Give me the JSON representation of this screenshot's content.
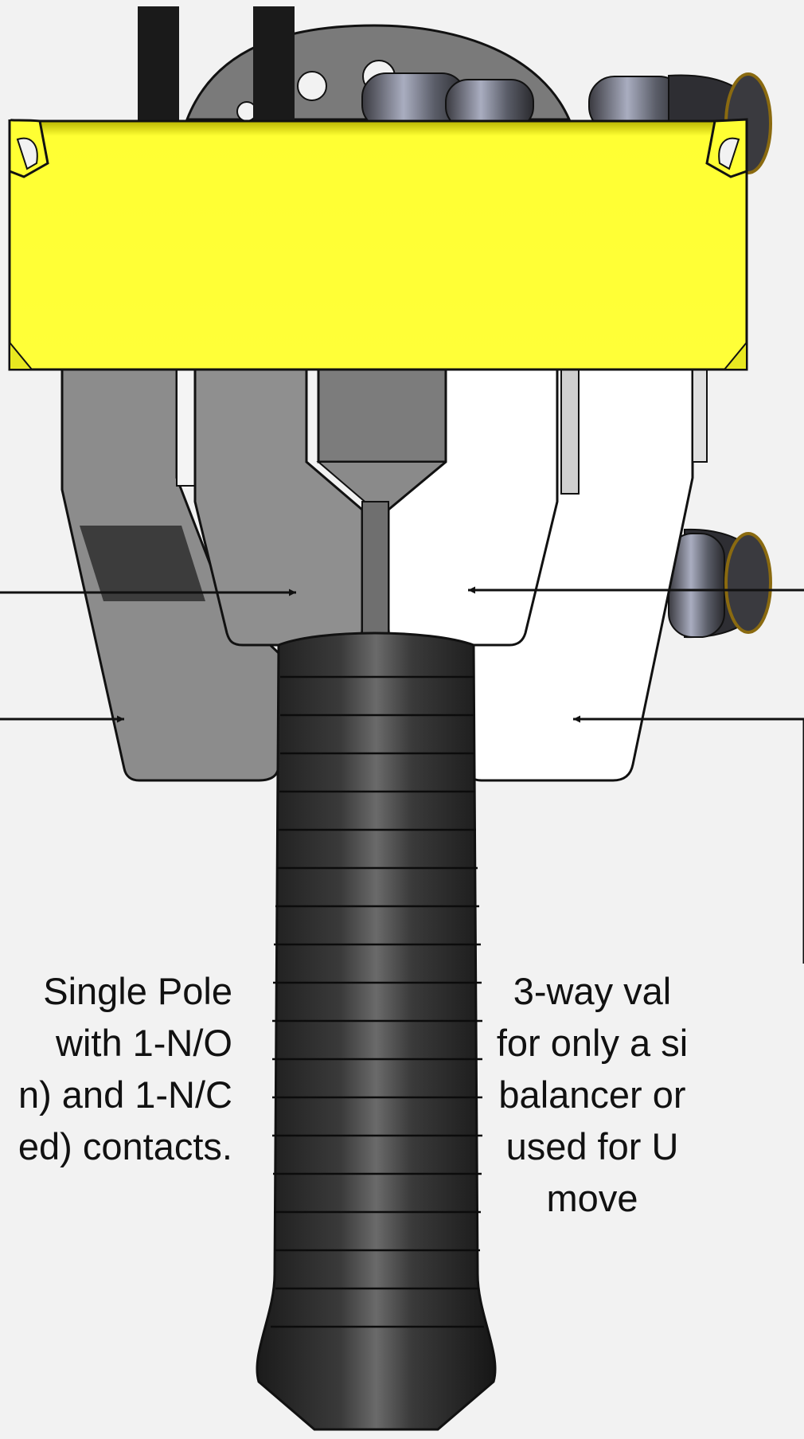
{
  "captions": {
    "left": {
      "lines": [
        "Single Pole",
        "with 1-N/O",
        "n) and 1-N/C",
        "ed) contacts."
      ]
    },
    "right": {
      "lines": [
        "3-way val",
        "for only a si",
        "balancer or",
        "used for U",
        "move"
      ]
    }
  },
  "colors": {
    "background": "#f2f2f2",
    "housing_yellow": "#ffff33",
    "left_lever_gray": "#8a8a8a",
    "right_lever_white": "#ffffff",
    "handle_black": "#2a2a2a",
    "outline": "#111111"
  },
  "icons": [
    "cable-icon",
    "switch-housing-icon",
    "lever-left-icon",
    "lever-right-icon",
    "handle-grip-icon",
    "valve-fitting-icon",
    "callout-arrow-icon"
  ]
}
